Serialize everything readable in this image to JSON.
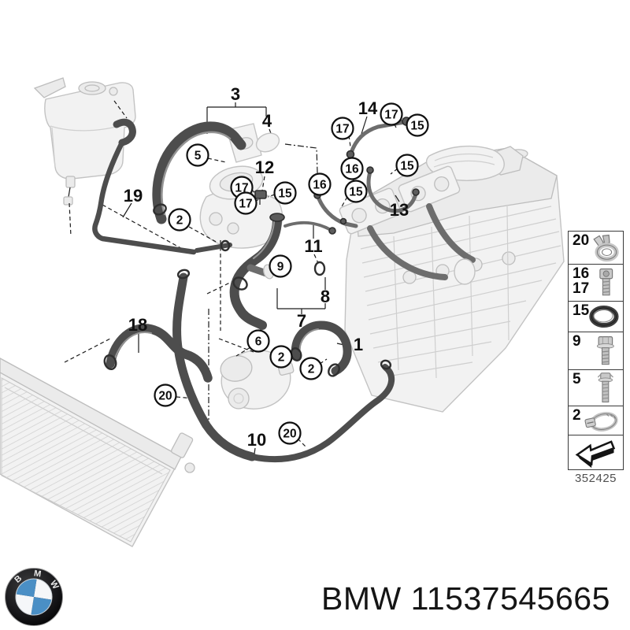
{
  "diagram": {
    "description": "BMW cooling system hoses exploded parts diagram",
    "callouts": [
      {
        "label": "3",
        "style": "plain"
      },
      {
        "label": "4",
        "style": "plain"
      },
      {
        "label": "12",
        "style": "plain"
      },
      {
        "label": "14",
        "style": "plain"
      },
      {
        "label": "13",
        "style": "plain"
      },
      {
        "label": "19",
        "style": "plain"
      },
      {
        "label": "11",
        "style": "plain"
      },
      {
        "label": "8",
        "style": "plain"
      },
      {
        "label": "7",
        "style": "plain"
      },
      {
        "label": "18",
        "style": "plain"
      },
      {
        "label": "10",
        "style": "plain"
      },
      {
        "label": "1",
        "style": "plain"
      },
      {
        "label": "5",
        "style": "circled"
      },
      {
        "label": "17",
        "style": "circled"
      },
      {
        "label": "17",
        "style": "circled"
      },
      {
        "label": "17",
        "style": "circled"
      },
      {
        "label": "17",
        "style": "circled"
      },
      {
        "label": "15",
        "style": "circled"
      },
      {
        "label": "15",
        "style": "circled"
      },
      {
        "label": "15",
        "style": "circled"
      },
      {
        "label": "15",
        "style": "circled"
      },
      {
        "label": "16",
        "style": "circled"
      },
      {
        "label": "16",
        "style": "circled"
      },
      {
        "label": "2",
        "style": "circled"
      },
      {
        "label": "2",
        "style": "circled"
      },
      {
        "label": "2",
        "style": "circled"
      },
      {
        "label": "9",
        "style": "circled"
      },
      {
        "label": "6",
        "style": "circled"
      },
      {
        "label": "20",
        "style": "circled"
      },
      {
        "label": "20",
        "style": "circled"
      }
    ]
  },
  "legend": {
    "items": [
      {
        "labels": [
          "20"
        ],
        "icon": "spring-clamp"
      },
      {
        "labels": [
          "16",
          "17"
        ],
        "icon": "cheese-head-bolt"
      },
      {
        "labels": [
          "15"
        ],
        "icon": "o-ring"
      },
      {
        "labels": [
          "9"
        ],
        "icon": "hex-bolt"
      },
      {
        "labels": [
          "5"
        ],
        "icon": "flange-bolt"
      },
      {
        "labels": [
          "2"
        ],
        "icon": "hose-clamp"
      }
    ],
    "diagram_number": "352425"
  },
  "footer": {
    "brand": "BMW",
    "part_number": "11537545665",
    "logo_letters": [
      "B",
      "M",
      "W"
    ]
  }
}
